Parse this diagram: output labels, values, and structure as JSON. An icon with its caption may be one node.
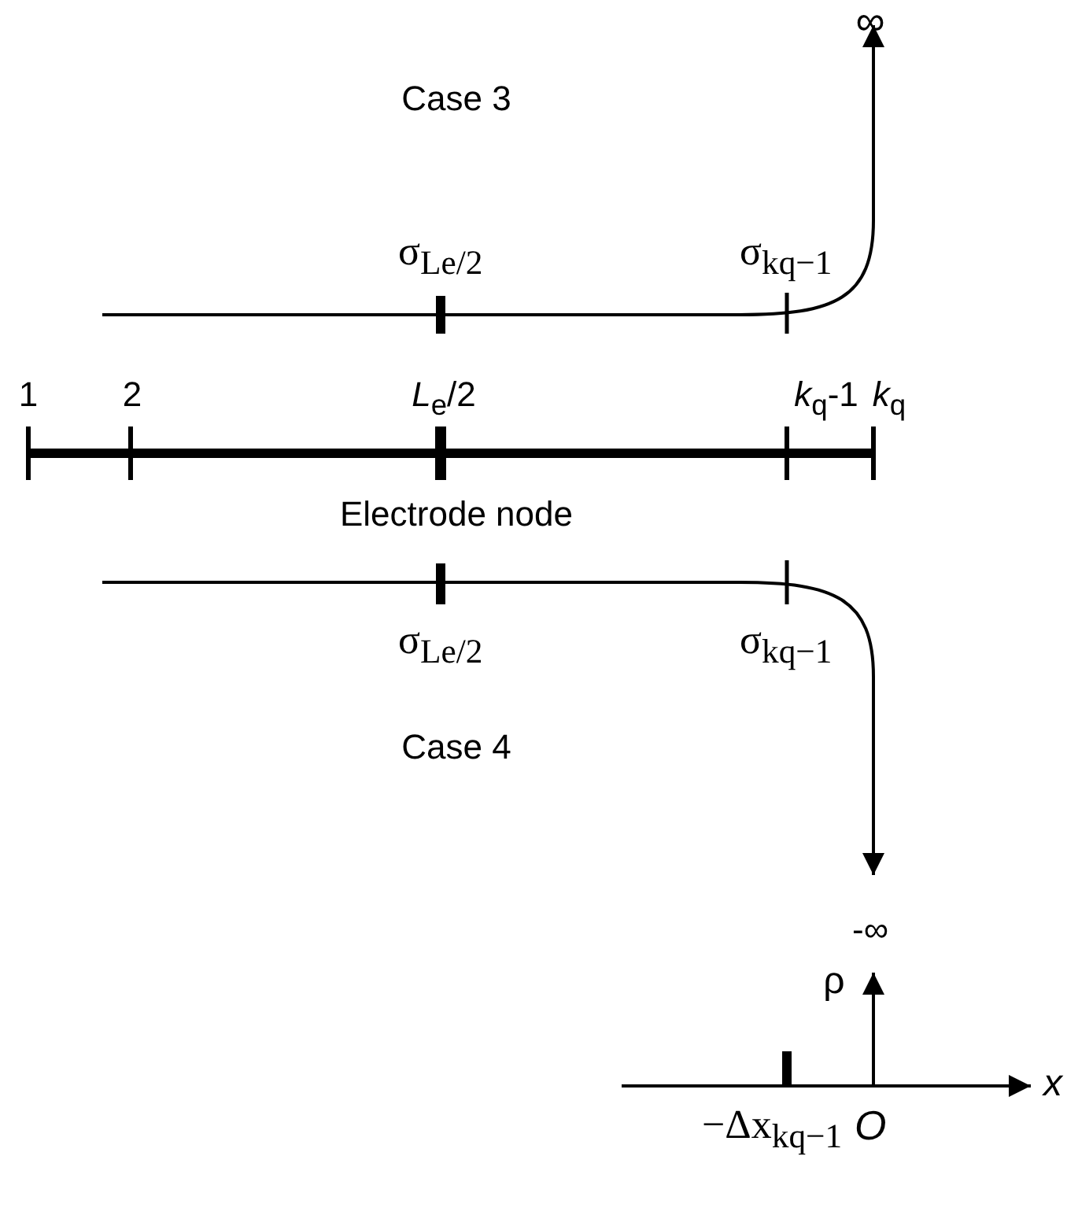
{
  "diagram": {
    "labels": [
      "∞",
      "Case 3",
      "σ$_{Le/2}$",
      "σ$_{kq−1}$",
      "1",
      "2",
      "*L*$_{e}$/2",
      "*k*$_{q}$-1",
      "*k*$_{q}$",
      "Electrode node",
      "σ$_{Le/2}$",
      "σ$_{kq−1}$",
      "Case 4",
      "-∞",
      "ρ",
      "x",
      "−Δx$_{kq−1}$",
      "O"
    ]
  }
}
